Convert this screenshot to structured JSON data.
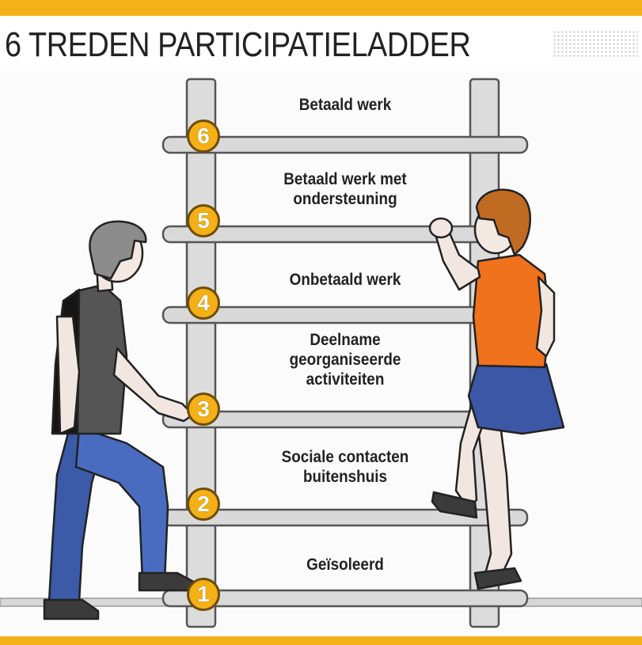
{
  "title": "6 TREDEN PARTICIPATIELADDER",
  "colors": {
    "accent": "#f3b11a",
    "badge": "#f4b016",
    "rail": "#d9d9d9",
    "rail_stroke": "#555555"
  },
  "steps": [
    {
      "number": "1",
      "label": "Geïsoleerd"
    },
    {
      "number": "2",
      "label": "Sociale contacten\nbuitenshuis"
    },
    {
      "number": "3",
      "label": "Deelname\ngeorganiseerde\nactiviteiten"
    },
    {
      "number": "4",
      "label": "Onbetaald werk"
    },
    {
      "number": "5",
      "label": "Betaald werk met\nondersteuning"
    },
    {
      "number": "6",
      "label": "Betaald werk"
    }
  ],
  "figures": [
    "man-figure",
    "woman-figure"
  ]
}
